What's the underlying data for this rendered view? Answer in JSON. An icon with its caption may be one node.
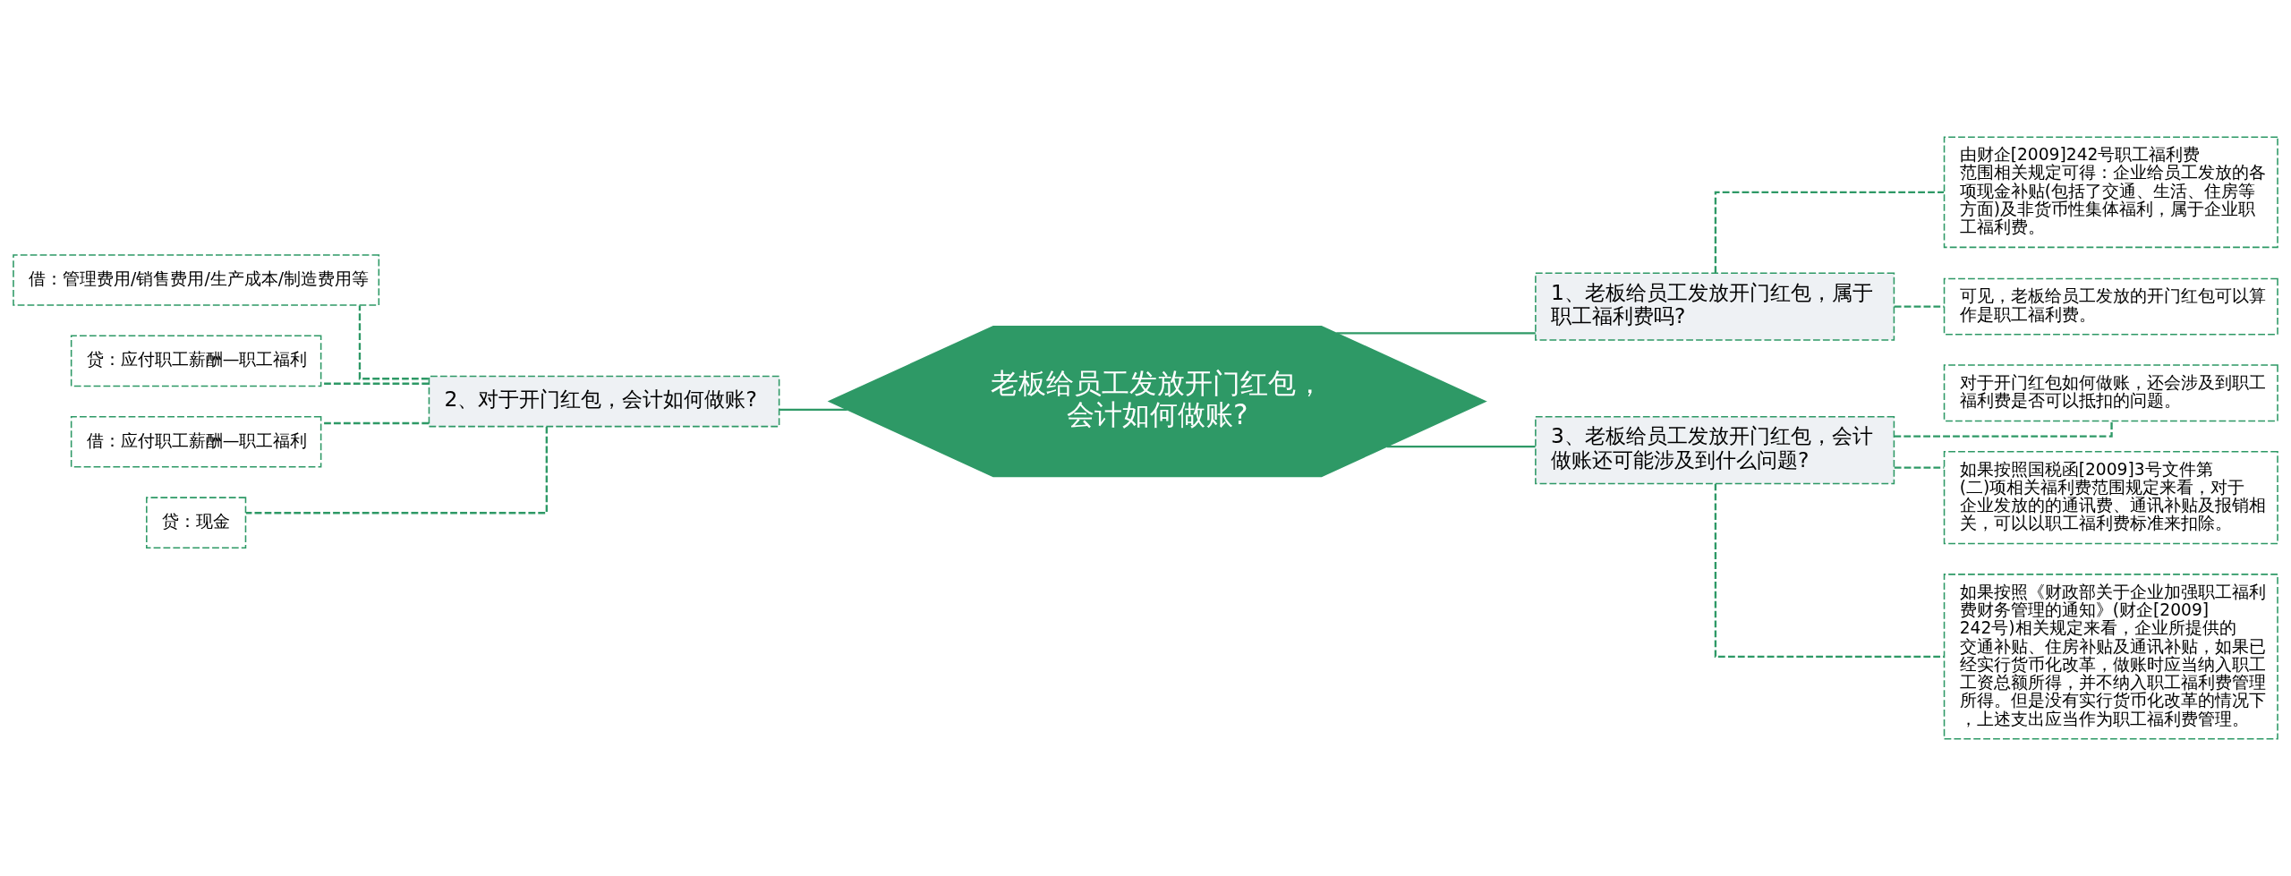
{
  "diagram": {
    "nodes": [
      {
        "text": [
          "老板给员工发放开门红包，会计如何做账?"
        ]
      },
      {
        "text": [
          "1、老板给员工发放开门红包，属于职工福利费吗?"
        ]
      },
      {
        "text": [
          "由财企[2009]242号职工福利费范围相关规定可得：企业给员工发放的各项现金补贴(包括了交通、生活、住房等方面)及非货币性集体福利，属于企业职工福利费。"
        ]
      },
      {
        "text": [
          "可见，老板给员工发放的开门红包可以算作是职工福利费。"
        ]
      },
      {
        "text": [
          "2、对于开门红包，会计如何做账?"
        ]
      },
      {
        "text": [
          "借：管理费用/销售费用/生产成本/制造费用等"
        ]
      },
      {
        "text": [
          "贷：应付职工薪酬—职工福利"
        ]
      },
      {
        "text": [
          "借：应付职工薪酬—职工福利"
        ]
      },
      {
        "text": [
          "贷：现金"
        ]
      },
      {
        "text": [
          "3、老板给员工发放开门红包，会计做账还可能涉及到什么问题?"
        ]
      },
      {
        "text": [
          "对于开门红包如何做账，还会涉及到职工福利费是否可以抵扣的问题。"
        ]
      },
      {
        "text": [
          "如果按照国税函[2009]3号文件第(二)项相关福利费范围规定来看，对于企业发放的的通讯费、通讯补贴及报销相关，可以以职工福利费标准来扣除。"
        ]
      },
      {
        "text": [
          "如果按照《财政部关于企业加强职工福利费财务管理的通知》(财企[2009]242号)相关规定来看，企业所提供的交通补贴、住房补贴及通讯补贴，如果已经实行货币化改革，做账时应当纳入职工工资总额所得，并不纳入职工福利费管理所得。但是没有实行货币化改革的情况下，上述支出应当作为职工福利费管理。"
        ]
      }
    ],
    "edges": [
      {
        "from": 0,
        "to": 1,
        "arrow": "none"
      },
      {
        "from": 1,
        "to": 2,
        "arrow": "none",
        "style": "dashed"
      },
      {
        "from": 1,
        "to": 3,
        "arrow": "none",
        "style": "dashed"
      },
      {
        "from": 0,
        "to": 4,
        "arrow": "none"
      },
      {
        "from": 4,
        "to": 5,
        "arrow": "none",
        "style": "dashed"
      },
      {
        "from": 4,
        "to": 6,
        "arrow": "none",
        "style": "dashed"
      },
      {
        "from": 4,
        "to": 7,
        "arrow": "none",
        "style": "dashed"
      },
      {
        "from": 4,
        "to": 8,
        "arrow": "none",
        "style": "dashed"
      },
      {
        "from": 0,
        "to": 9,
        "arrow": "none"
      },
      {
        "from": 9,
        "to": 10,
        "arrow": "none",
        "style": "dashed"
      },
      {
        "from": 9,
        "to": 11,
        "arrow": "none",
        "style": "dashed"
      },
      {
        "from": 9,
        "to": 12,
        "arrow": "none",
        "style": "dashed"
      }
    ]
  }
}
